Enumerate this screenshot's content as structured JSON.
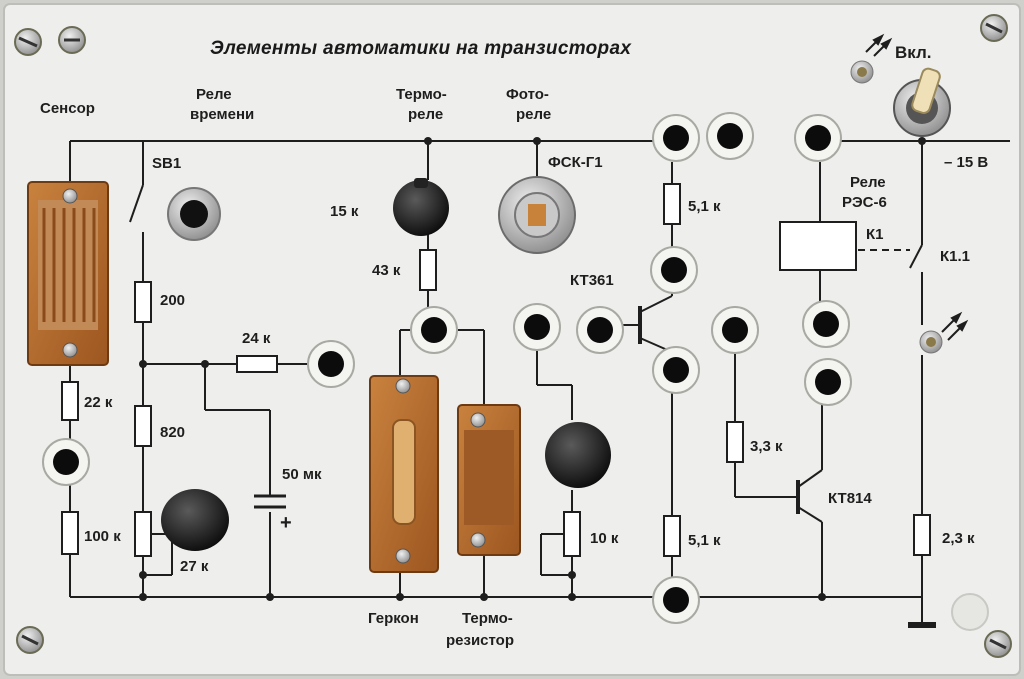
{
  "panel": {
    "title": "Элементы автоматики на транзисторах",
    "colors": {
      "panel": "#eeeeec",
      "ink": "#1e1e1e",
      "socket_ring": "#f4f4f0",
      "pcb": "#b86a2c"
    }
  },
  "labels": {
    "sensor": "Сенсор",
    "time_relay_1": "Реле",
    "time_relay_2": "времени",
    "thermo_relay_1": "Термо-",
    "thermo_relay_2": "реле",
    "photo_relay_1": "Фото-",
    "photo_relay_2": "реле",
    "power_on": "Вкл.",
    "sb1": "SB1",
    "fsk": "ФСК-Г1",
    "r15k": "15 к",
    "r43k": "43 к",
    "r200": "200",
    "r24k": "24 к",
    "r22k": "22 к",
    "r820": "820",
    "c50": "50 мк",
    "r100k": "100 к",
    "r27k": "27 к",
    "r10k": "10 к",
    "kt361": "КТ361",
    "r51k_top": "5,1 к",
    "r51k_bot": "5,1 к",
    "r33k": "3,3 к",
    "kt814": "КТ814",
    "relay_1": "Реле",
    "relay_2": "РЭС-6",
    "k1": "К1",
    "k11": "К1.1",
    "minus15": "– 15 В",
    "r23k": "2,3 к",
    "gerkon": "Геркон",
    "thermistor_1": "Термо-",
    "thermistor_2": "резистор",
    "cap_plus": "+"
  }
}
